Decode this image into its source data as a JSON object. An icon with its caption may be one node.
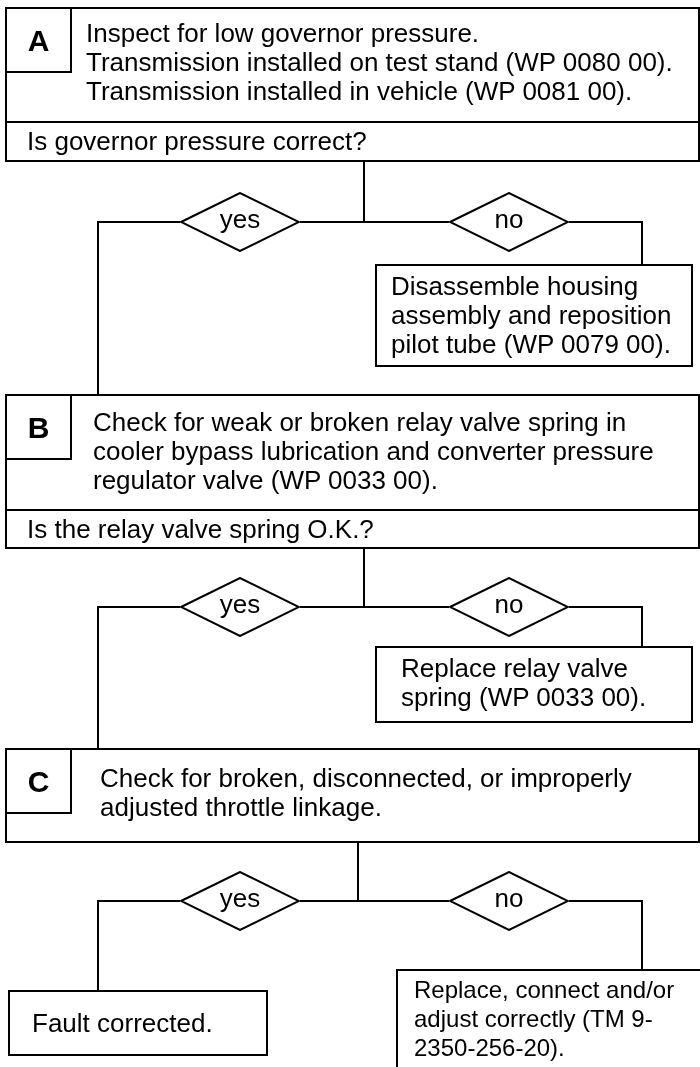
{
  "diagram": {
    "nodes": [
      {
        "text": [
          "Inspect for low governor pressure.",
          "Transmission installed on test stand (WP 0080 00).",
          "Transmission installed in vehicle (WP 0081 00)."
        ]
      },
      {
        "text": [
          "A"
        ],
        "in": 0
      },
      {
        "text": [
          "Is governor pressure correct?"
        ],
        "in": 0
      },
      {
        "text": [
          "yes"
        ]
      },
      {
        "text": [
          "no"
        ]
      },
      {
        "text": [
          "Disassemble housing assembly and reposition pilot tube (WP 0079 00)."
        ]
      },
      {
        "text": [
          "Check for weak or broken relay valve spring in cooler bypass lubrication and converter pressure regulator valve (WP 0033 00)."
        ]
      },
      {
        "text": [
          "B"
        ],
        "in": 6
      },
      {
        "text": [
          "Is the relay valve spring O.K.?"
        ],
        "in": 6
      },
      {
        "text": [
          "yes"
        ]
      },
      {
        "text": [
          "no"
        ]
      },
      {
        "text": [
          "Replace relay valve spring (WP 0033 00)."
        ]
      },
      {
        "text": [
          "Check for broken, disconnected, or improperly adjusted throttle linkage."
        ]
      },
      {
        "text": [
          "C"
        ],
        "in": 12
      },
      {
        "text": [
          "yes"
        ]
      },
      {
        "text": [
          "no"
        ]
      },
      {
        "text": [
          "Fault corrected."
        ]
      },
      {
        "text": [
          "Replace, connect and/or adjust correctly (TM 9-2350-256-20)."
        ]
      }
    ],
    "edges": [
      {
        "from": 2,
        "to": 3,
        "arrow": "none"
      },
      {
        "from": 2,
        "to": 4,
        "arrow": "none"
      },
      {
        "from": 3,
        "to": 6,
        "arrow": "none"
      },
      {
        "from": 4,
        "to": 5,
        "arrow": "none"
      },
      {
        "from": 8,
        "to": 9,
        "arrow": "none"
      },
      {
        "from": 8,
        "to": 10,
        "arrow": "none"
      },
      {
        "from": 9,
        "to": 12,
        "arrow": "none"
      },
      {
        "from": 10,
        "to": 11,
        "arrow": "none"
      },
      {
        "from": 12,
        "to": 14,
        "arrow": "none"
      },
      {
        "from": 12,
        "to": 15,
        "arrow": "none"
      },
      {
        "from": 14,
        "to": 16,
        "arrow": "none"
      },
      {
        "from": 15,
        "to": 17,
        "arrow": "none"
      }
    ]
  }
}
